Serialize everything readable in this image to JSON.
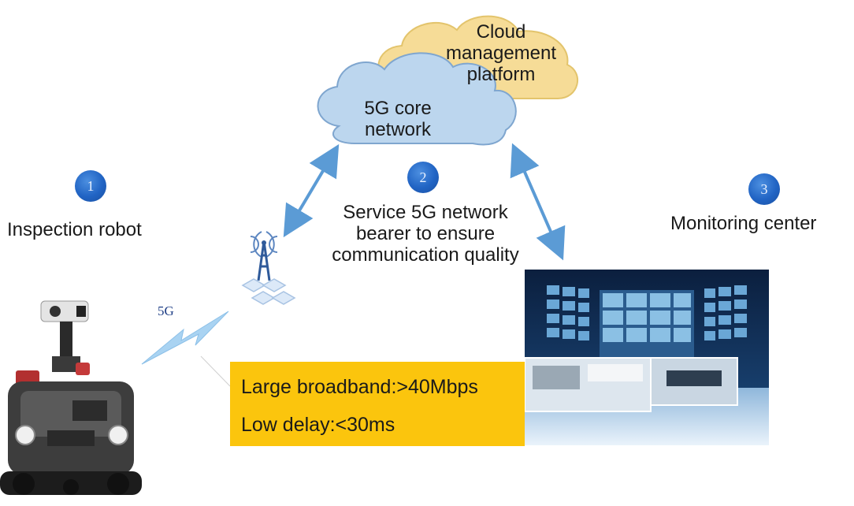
{
  "cloud_top": {
    "label_lines": [
      "Cloud",
      "management",
      "platform"
    ]
  },
  "cloud_core": {
    "label_lines": [
      "5G core",
      "network"
    ]
  },
  "steps": [
    {
      "number": "1",
      "label": "Inspection robot"
    },
    {
      "number": "2",
      "label_lines": [
        "Service 5G network",
        "bearer to ensure",
        "communication quality"
      ]
    },
    {
      "number": "3",
      "label": "Monitoring center"
    }
  ],
  "link_label": "5G",
  "info_box": {
    "lines": [
      "Large broadband:>40Mbps",
      "Low delay:<30ms"
    ]
  },
  "colors": {
    "accent_badge": "#2164c4",
    "info_box": "#fbc50d",
    "cloud_top": "#f6dc97",
    "cloud_core": "#bcd6ee",
    "arrow": "#5b9bd5"
  },
  "icons": [
    "cell-tower-icon",
    "lightning-link-icon",
    "robot-image",
    "monitoring-wall-image"
  ]
}
